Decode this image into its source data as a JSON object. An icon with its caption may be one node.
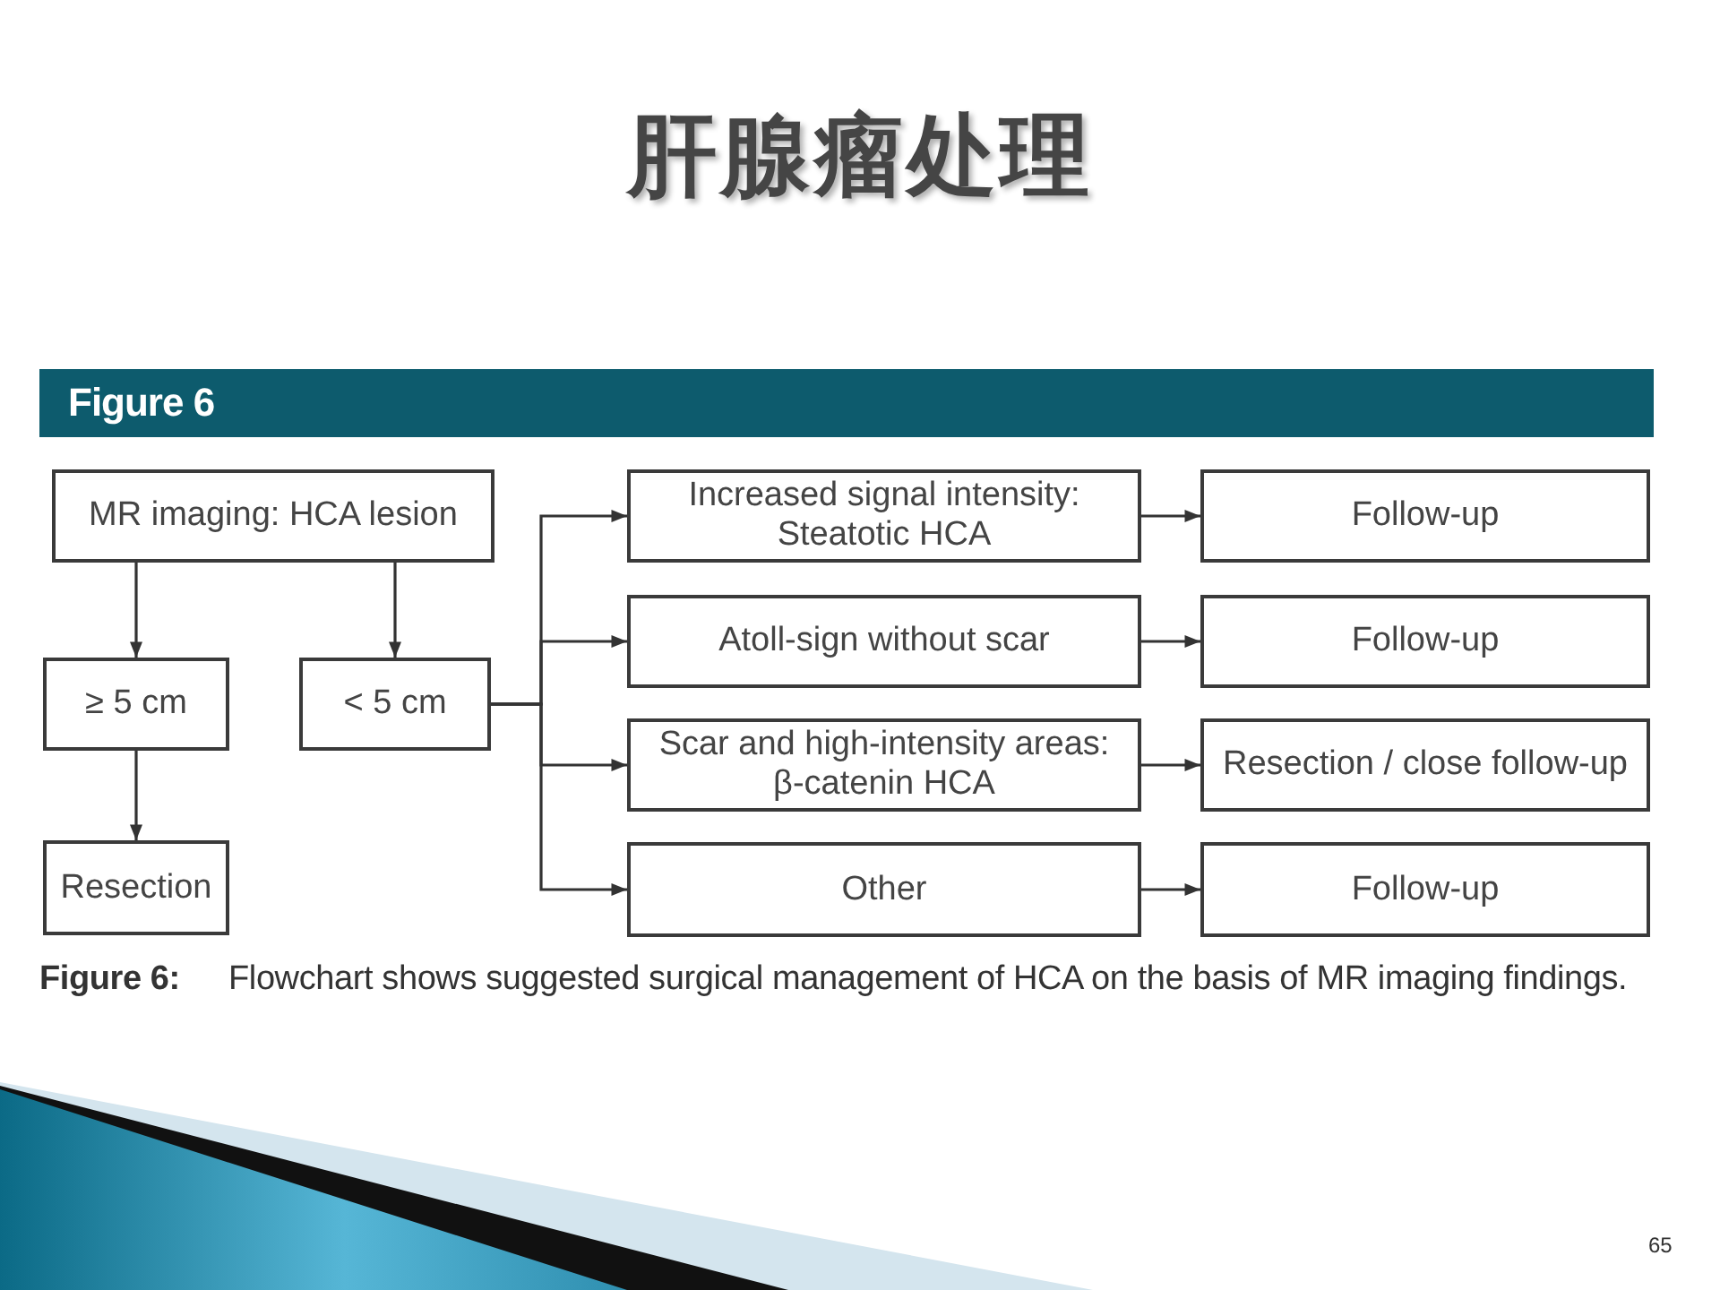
{
  "diagram": {
    "title": "肝腺瘤处理",
    "caption": "**Figure 6:** Flowchart shows suggested surgical management of HCA on the basis of MR imaging findings.",
    "nodes": [
      {
        "text": [
          "MR imaging: HCA lesion"
        ]
      },
      {
        "text": [
          "≥ 5 cm"
        ]
      },
      {
        "text": [
          "< 5 cm"
        ]
      },
      {
        "text": [
          "Resection"
        ]
      },
      {
        "text": [
          "Increased signal intensity: Steatotic HCA"
        ]
      },
      {
        "text": [
          "Atoll-sign without scar"
        ]
      },
      {
        "text": [
          "Scar and high-intensity areas: β-catenin HCA"
        ]
      },
      {
        "text": [
          "Other"
        ]
      },
      {
        "text": [
          "Follow-up"
        ]
      },
      {
        "text": [
          "Follow-up"
        ]
      },
      {
        "text": [
          "Resection / close follow-up"
        ]
      },
      {
        "text": [
          "Follow-up"
        ]
      }
    ],
    "edges": [
      {
        "from": 0,
        "to": 1,
        "arrow": "to"
      },
      {
        "from": 0,
        "to": 2,
        "arrow": "to"
      },
      {
        "from": 1,
        "to": 3,
        "arrow": "to"
      },
      {
        "from": 2,
        "to": 4,
        "arrow": "to"
      },
      {
        "from": 2,
        "to": 5,
        "arrow": "to"
      },
      {
        "from": 2,
        "to": 6,
        "arrow": "to"
      },
      {
        "from": 2,
        "to": 7,
        "arrow": "to"
      },
      {
        "from": 4,
        "to": 8,
        "arrow": "to"
      },
      {
        "from": 5,
        "to": 9,
        "arrow": "to"
      },
      {
        "from": 6,
        "to": 10,
        "arrow": "to"
      },
      {
        "from": 7,
        "to": 11,
        "arrow": "to"
      }
    ],
    "labels": [
      "Figure 6",
      "65"
    ]
  }
}
